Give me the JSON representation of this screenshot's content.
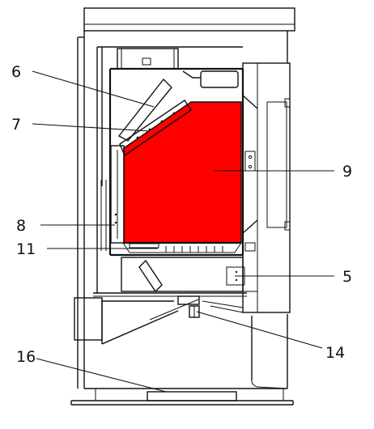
{
  "callouts": [
    {
      "id": "6",
      "label": "6"
    },
    {
      "id": "7",
      "label": "7"
    },
    {
      "id": "8",
      "label": "8"
    },
    {
      "id": "11",
      "label": "11"
    },
    {
      "id": "9",
      "label": "9"
    },
    {
      "id": "5",
      "label": "5"
    },
    {
      "id": "14",
      "label": "14"
    },
    {
      "id": "16",
      "label": "16"
    }
  ],
  "colors": {
    "combustion_chamber": "#ff0000",
    "line": "#111111",
    "background": "#ffffff"
  }
}
